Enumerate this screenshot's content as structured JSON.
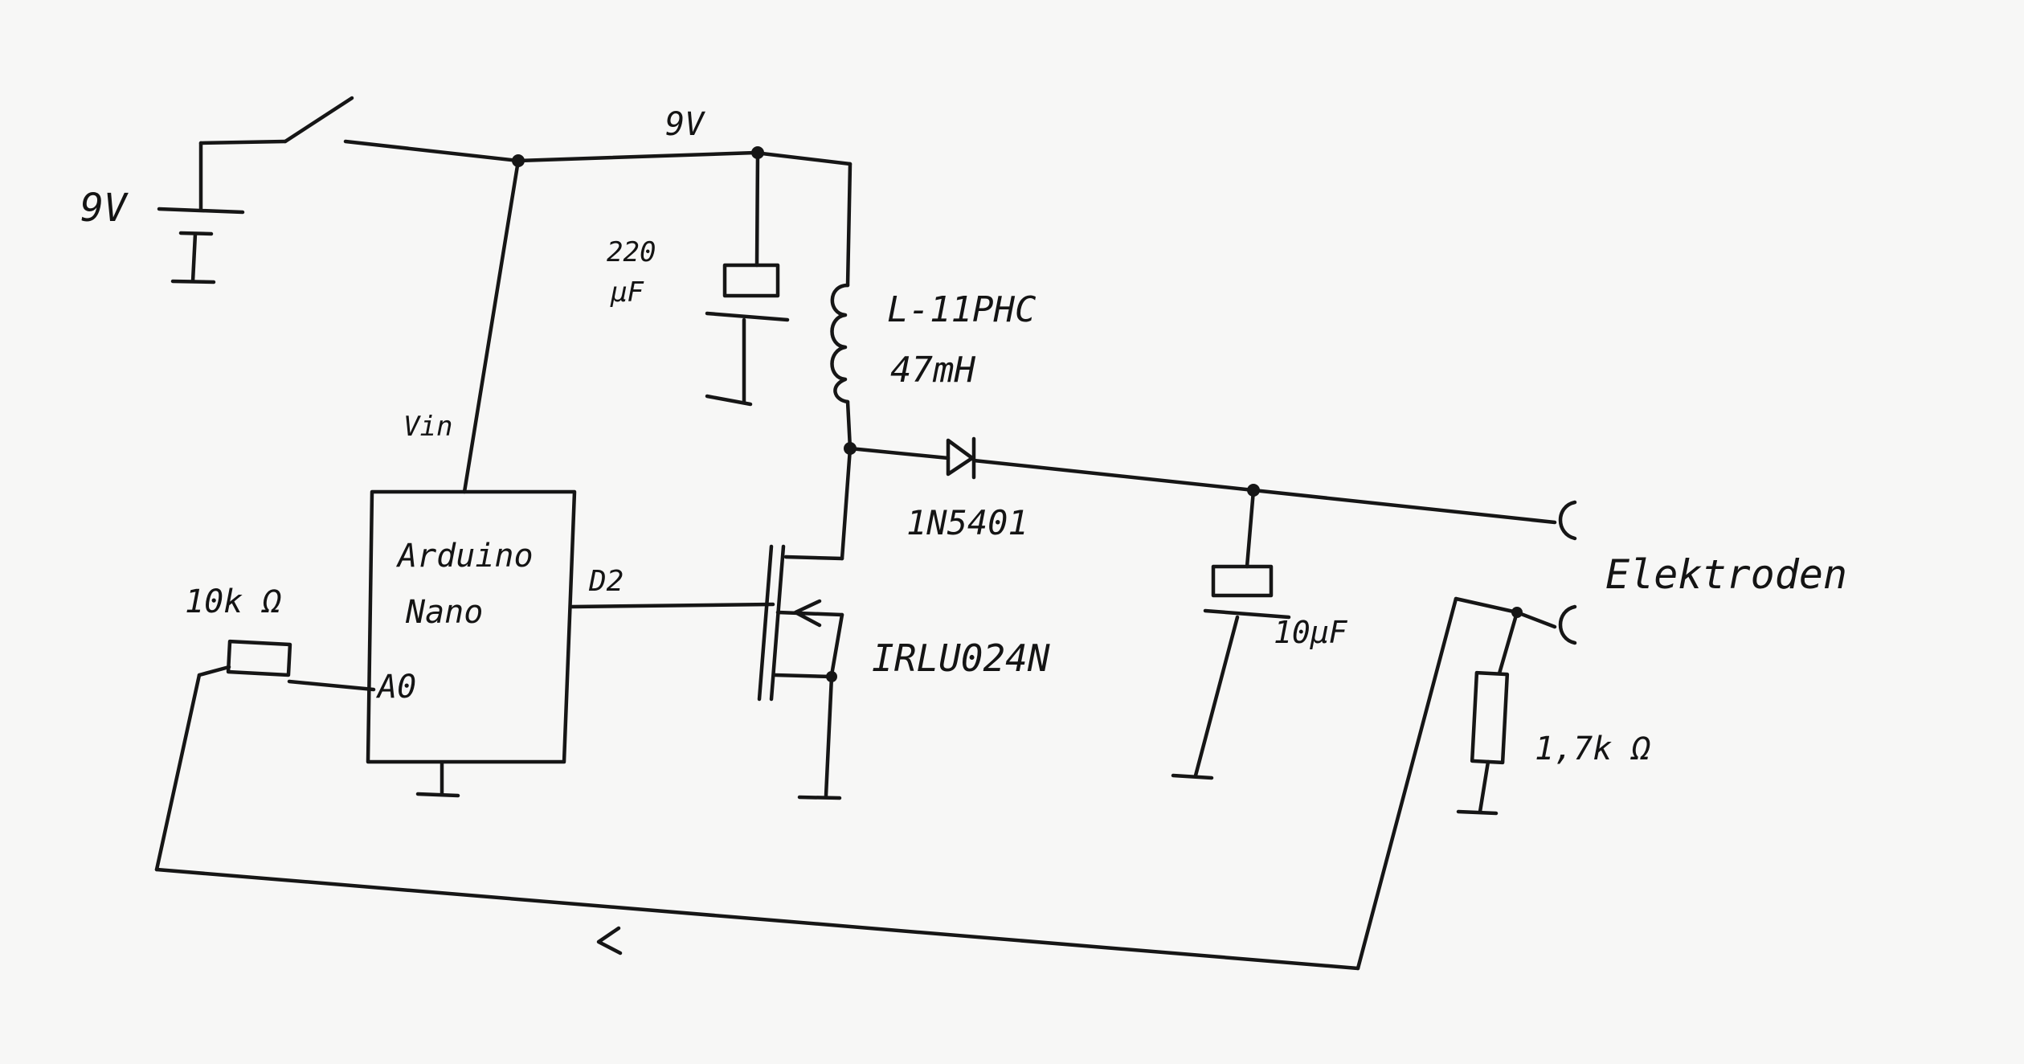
{
  "labels": {
    "battery_voltage": "9V",
    "rail_voltage": "9V",
    "capacitor_large_value": "220",
    "capacitor_large_unit": "μF",
    "inductor_part": "L-11PHC",
    "inductor_value": "47mH",
    "diode_part": "1N5401",
    "capacitor_small_value": "10μF",
    "mosfet_part": "IRLU024N",
    "vin_pin": "Vin",
    "mcu_line1": "Arduino",
    "mcu_line2": "Nano",
    "pin_d2": "D2",
    "pin_a0": "A0",
    "resistor_input": "10k Ω",
    "resistor_shunt": "1,7k Ω",
    "electrodes": "Elektroden"
  }
}
